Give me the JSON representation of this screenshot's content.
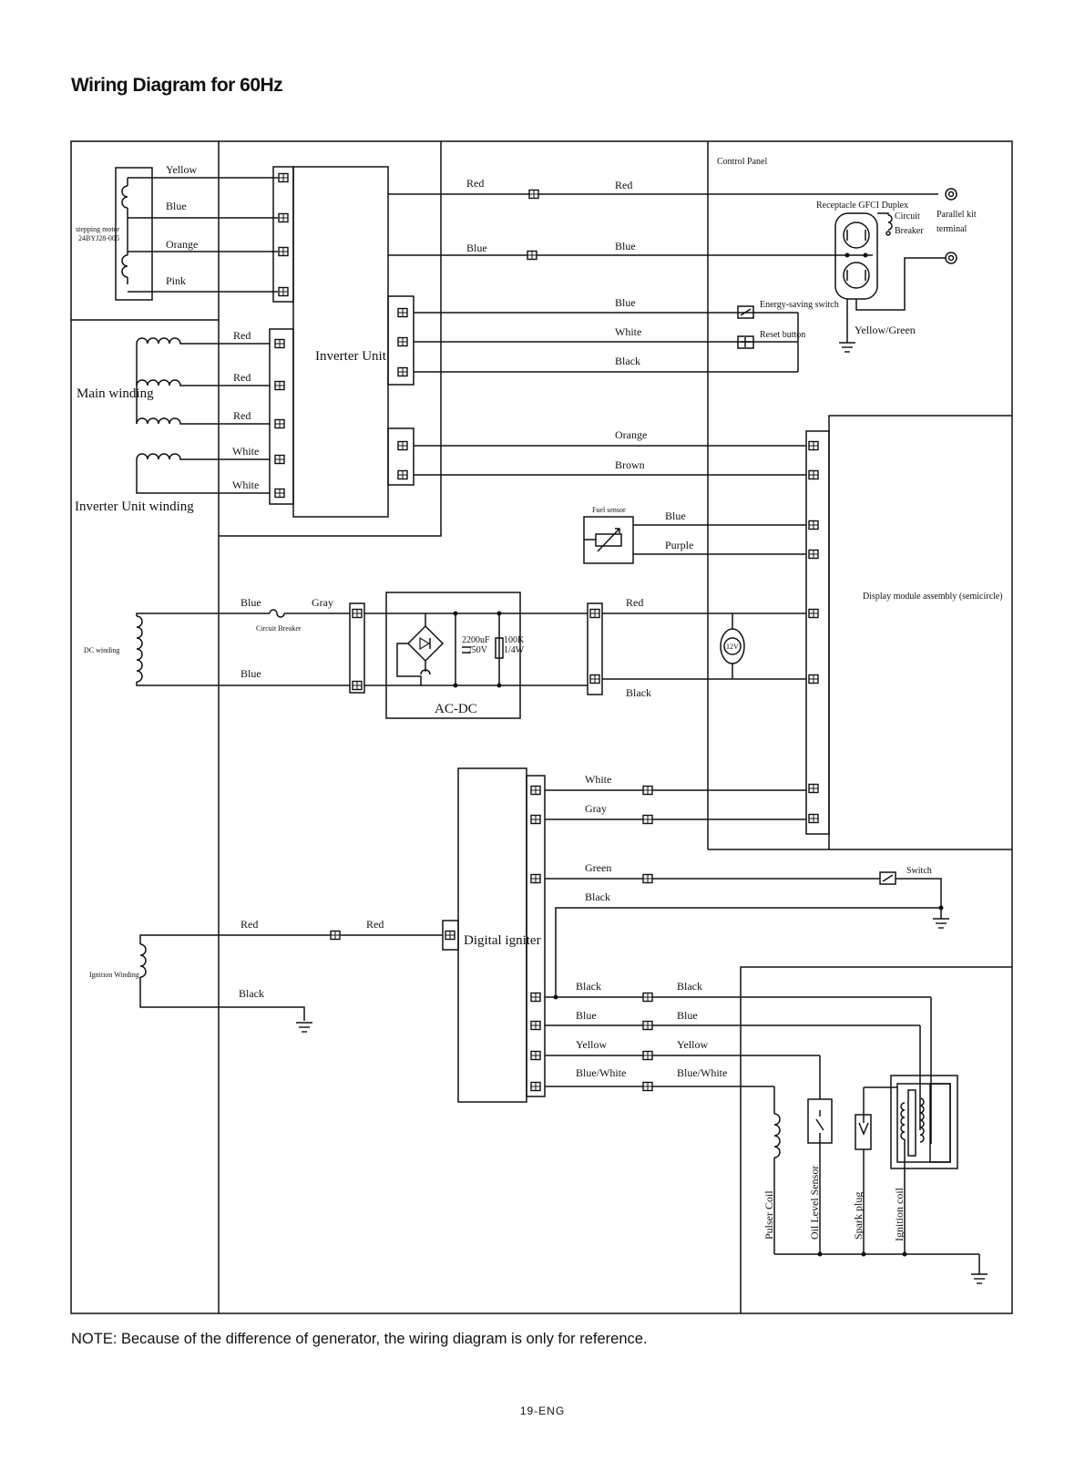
{
  "title": "Wiring Diagram for 60Hz",
  "note": "NOTE: Because of the difference of generator, the wiring diagram is only for reference.",
  "page_number": "19-ENG",
  "components": {
    "stepping_motor": "stepping motor",
    "stepping_motor_model": "24BYJ28-005",
    "inverter_unit": "Inverter Unit",
    "main_winding": "Main winding",
    "inverter_unit_winding": "Inverter Unit winding",
    "control_panel": "Control Panel",
    "receptacle": "Receptacle GFCI Duplex",
    "circuit_breaker_1": "Circuit",
    "circuit_breaker_2": "Breaker",
    "parallel_kit_1": "Parallel kit",
    "parallel_kit_2": "terminal",
    "energy_switch": "Energy-saving switch",
    "reset_button": "Reset button",
    "yellow_green": "Yellow/Green",
    "fuel_sensor": "Fuel sensor",
    "display_module": "Display module assembly (semicircle)",
    "dc_winding": "DC winding",
    "dc_circuit_breaker": "Circuit Breaker",
    "capacitor": "2200uF",
    "capacitor_v": "/50V",
    "resistor": "100K",
    "resistor_w": "1/4W",
    "acdc": "AC-DC",
    "meter": "12V",
    "digital_igniter": "Digital igniter",
    "ignition_winding": "Ignition Winding",
    "switch": "Switch",
    "pulser_coil": "Pulser Coil",
    "oil_level_sensor": "Oil Level Sensor",
    "spark_plug": "Spark plug",
    "ignition_coil": "Ignition coil"
  },
  "wires": {
    "yellow": "Yellow",
    "blue": "Blue",
    "orange": "Orange",
    "pink": "Pink",
    "red": "Red",
    "white": "White",
    "black": "Black",
    "brown": "Brown",
    "purple": "Purple",
    "gray": "Gray",
    "green": "Green",
    "blue_white": "Blue/White"
  }
}
